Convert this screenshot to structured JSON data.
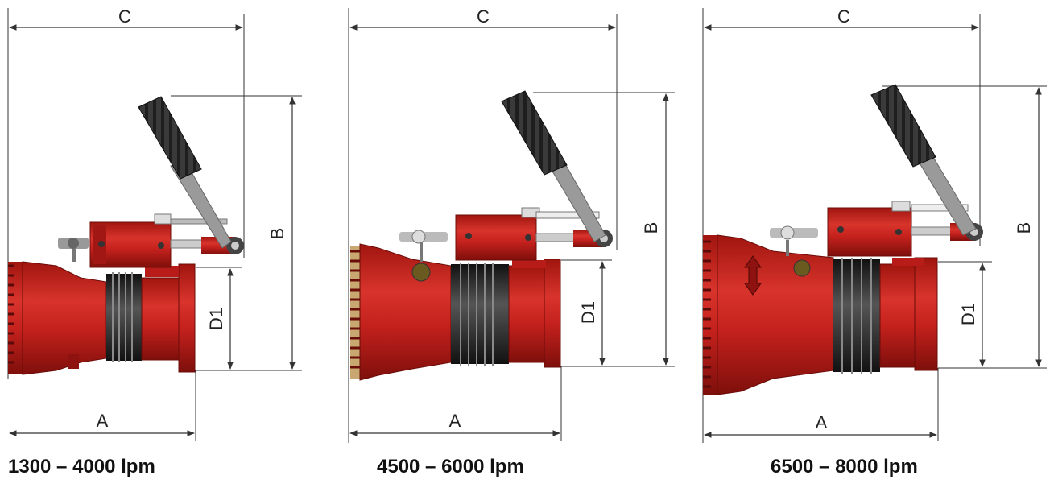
{
  "panels": [
    {
      "caption": "1300 – 4000 lpm",
      "dims": {
        "c": "C",
        "b": "B",
        "d1": "D1",
        "a": "A"
      }
    },
    {
      "caption": "4500 – 6000 lpm",
      "dims": {
        "c": "C",
        "b": "B",
        "d1": "D1",
        "a": "A"
      }
    },
    {
      "caption": "6500 – 8000 lpm",
      "dims": {
        "c": "C",
        "b": "B",
        "d1": "D1",
        "a": "A"
      }
    }
  ],
  "colors": {
    "body_red": "#c4211d",
    "body_dark_red": "#8e1210",
    "bellows_black": "#2a2a2a",
    "handle_grey": "#9a9a9a",
    "grip_black": "#333333",
    "dimension_line": "#333333"
  },
  "icons": [
    "nozzle-drawing",
    "lever-handle",
    "bellows"
  ]
}
